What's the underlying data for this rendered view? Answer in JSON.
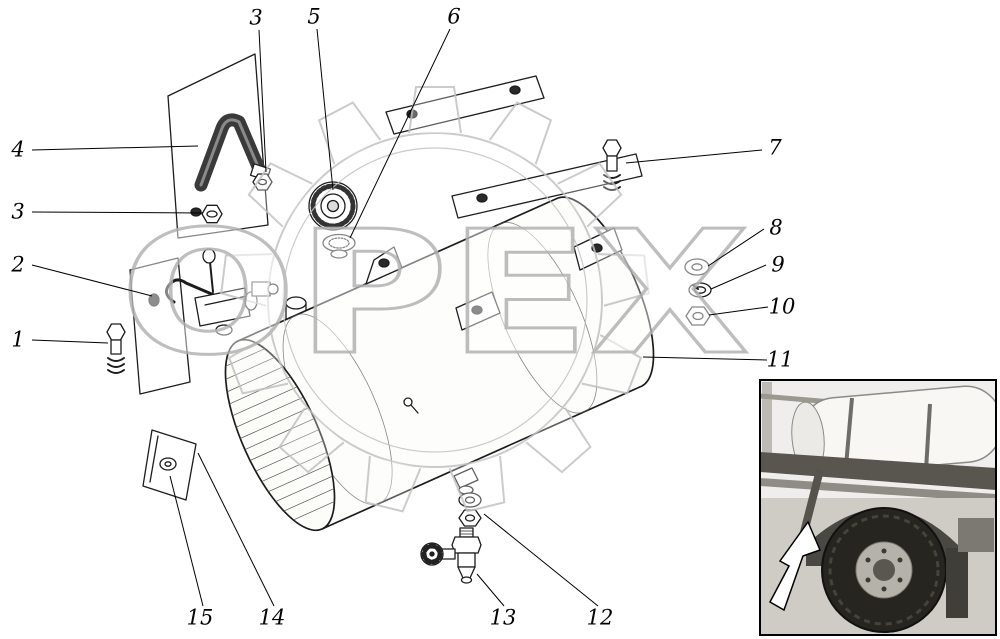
{
  "figure": {
    "watermark": {
      "text": "ОРЕХ",
      "color": "#b8b8b8"
    },
    "callouts": [
      {
        "label": "3"
      },
      {
        "label": "5"
      },
      {
        "label": "6"
      },
      {
        "label": "4"
      },
      {
        "label": "3"
      },
      {
        "label": "2"
      },
      {
        "label": "1"
      },
      {
        "label": "7"
      },
      {
        "label": "8"
      },
      {
        "label": "9"
      },
      {
        "label": "10"
      },
      {
        "label": "11"
      },
      {
        "label": "15"
      },
      {
        "label": "14"
      },
      {
        "label": "13"
      },
      {
        "label": "12"
      }
    ]
  }
}
